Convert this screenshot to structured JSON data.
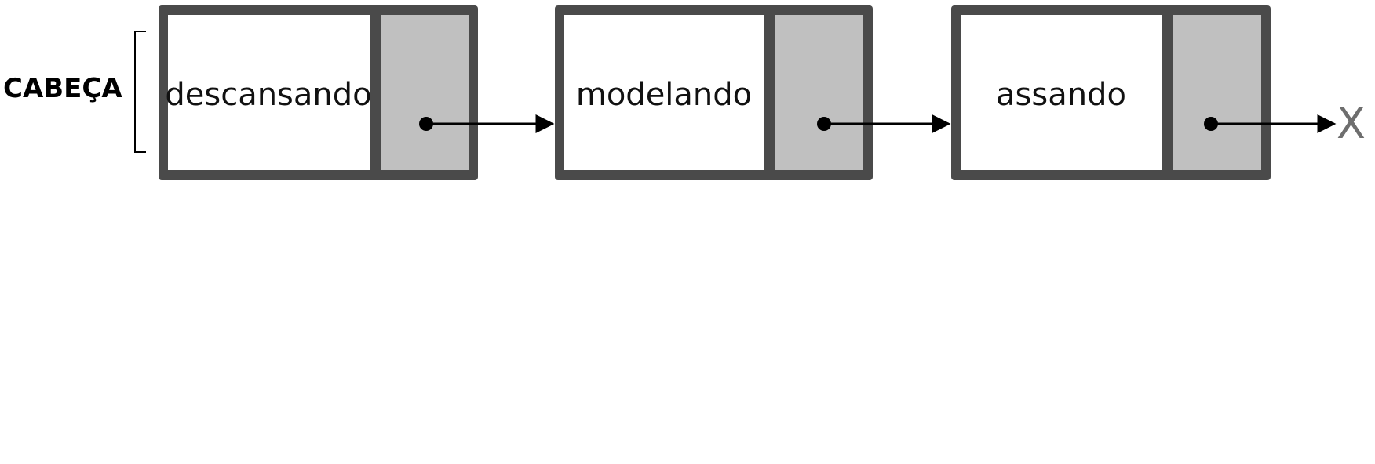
{
  "head_label": "CABEÇA",
  "nodes": [
    {
      "value": "descansando"
    },
    {
      "value": "modelando"
    },
    {
      "value": "assando"
    }
  ],
  "null_marker": "X",
  "colors": {
    "border": "#4a4a4a",
    "data_cell": "#ffffff",
    "pointer_cell": "#c0c0c0",
    "arrow": "#000000",
    "null_marker": "#6e6e6e"
  }
}
